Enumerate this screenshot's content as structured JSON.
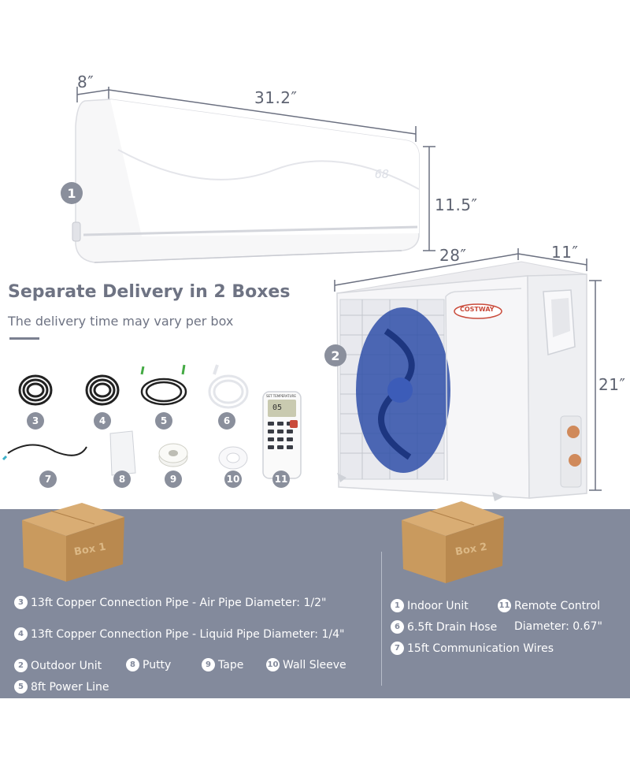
{
  "dimensions": {
    "indoor_depth": "8″",
    "indoor_width": "31.2″",
    "indoor_height": "11.5″",
    "outdoor_width": "28″",
    "outdoor_depth": "11″",
    "outdoor_height": "21″"
  },
  "indoor_display": "68",
  "brand": "COSTWAY",
  "heading": "Separate Delivery in 2 Boxes",
  "subheading": "The delivery time may vary per box",
  "unit_badges": [
    "1",
    "2"
  ],
  "accessory_badges": [
    "3",
    "4",
    "5",
    "6",
    "7",
    "8",
    "9",
    "10",
    "11"
  ],
  "remote": {
    "screen": "05",
    "label": "SET TEMPERATURE"
  },
  "box1": {
    "label": "Box 1",
    "items": [
      {
        "badge": "3",
        "text": "13ft Copper Connection Pipe - Air Pipe Diameter: 1/2\""
      },
      {
        "badge": "4",
        "text": "13ft Copper Connection Pipe - Liquid Pipe Diameter: 1/4\""
      },
      {
        "badge": "2",
        "text": "Outdoor Unit"
      },
      {
        "badge": "8",
        "text": "Putty"
      },
      {
        "badge": "9",
        "text": "Tape"
      },
      {
        "badge": "10",
        "text": "Wall Sleeve"
      },
      {
        "badge": "5",
        "text": "8ft Power Line"
      }
    ]
  },
  "box2": {
    "label": "Box 2",
    "items": [
      {
        "badge": "1",
        "text": "Indoor Unit"
      },
      {
        "badge": "11",
        "text": "Remote Control"
      },
      {
        "badge": "6",
        "text": "6.5ft Drain Hose"
      },
      {
        "badge": "",
        "text": "Diameter: 0.67\""
      },
      {
        "badge": "7",
        "text": "15ft Communication Wires"
      }
    ]
  },
  "colors": {
    "panel": "#838a9c",
    "badge": "#8a8f9c",
    "fan": "#2f4fa8",
    "box": "#c99a5e",
    "copper": "#d08a5b"
  }
}
